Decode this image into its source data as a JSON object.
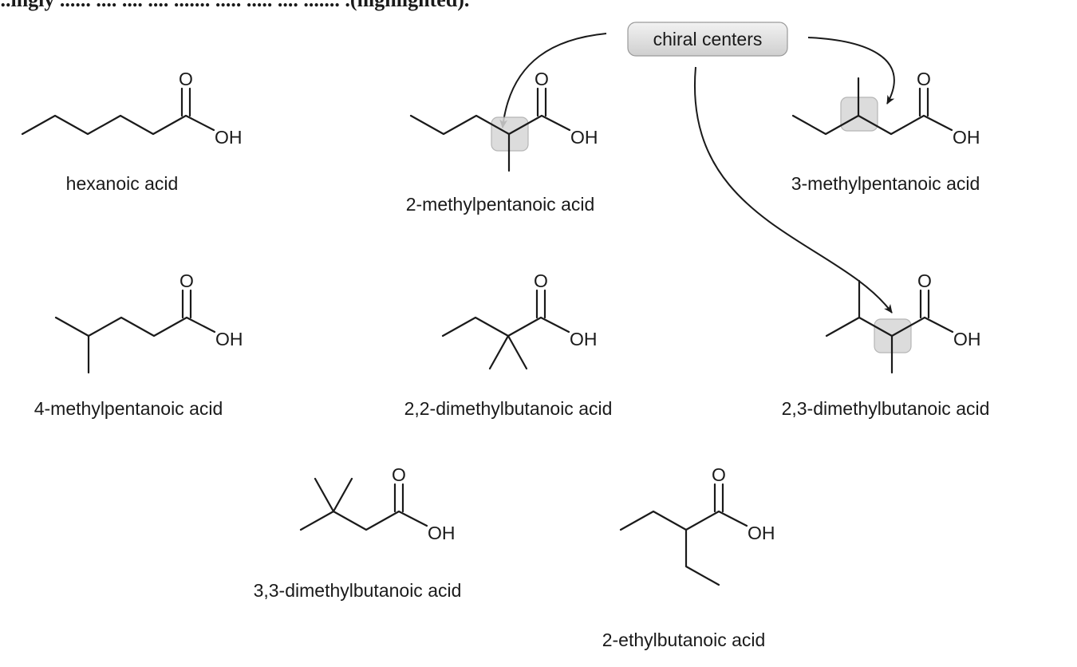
{
  "header": {
    "partial_text": "...ingly ...... .... .... .... ....... ..... ..... .... ....... .(highlighted)."
  },
  "callout": {
    "label": "chiral centers"
  },
  "atoms": {
    "oxygen": "O",
    "hydroxyl": "OH"
  },
  "molecules": [
    {
      "id": "hexanoic",
      "name": "hexanoic acid",
      "chiral": false
    },
    {
      "id": "2-methylpentanoic",
      "name": "2-methylpentanoic acid",
      "chiral": true
    },
    {
      "id": "3-methylpentanoic",
      "name": "3-methylpentanoic acid",
      "chiral": true
    },
    {
      "id": "4-methylpentanoic",
      "name": "4-methylpentanoic acid",
      "chiral": false
    },
    {
      "id": "2,2-dimethylbutanoic",
      "name": "2,2-dimethylbutanoic acid",
      "chiral": false
    },
    {
      "id": "2,3-dimethylbutanoic",
      "name": "2,3-dimethylbutanoic acid",
      "chiral": true
    },
    {
      "id": "3,3-dimethylbutanoic",
      "name": "3,3-dimethylbutanoic acid",
      "chiral": false
    },
    {
      "id": "2-ethylbutanoic",
      "name": "2-ethylbutanoic acid",
      "chiral": false
    }
  ],
  "colors": {
    "ink": "#1a1a1a",
    "highlight": "#d7d7d7",
    "callout_fill": "#e6e6e6"
  }
}
